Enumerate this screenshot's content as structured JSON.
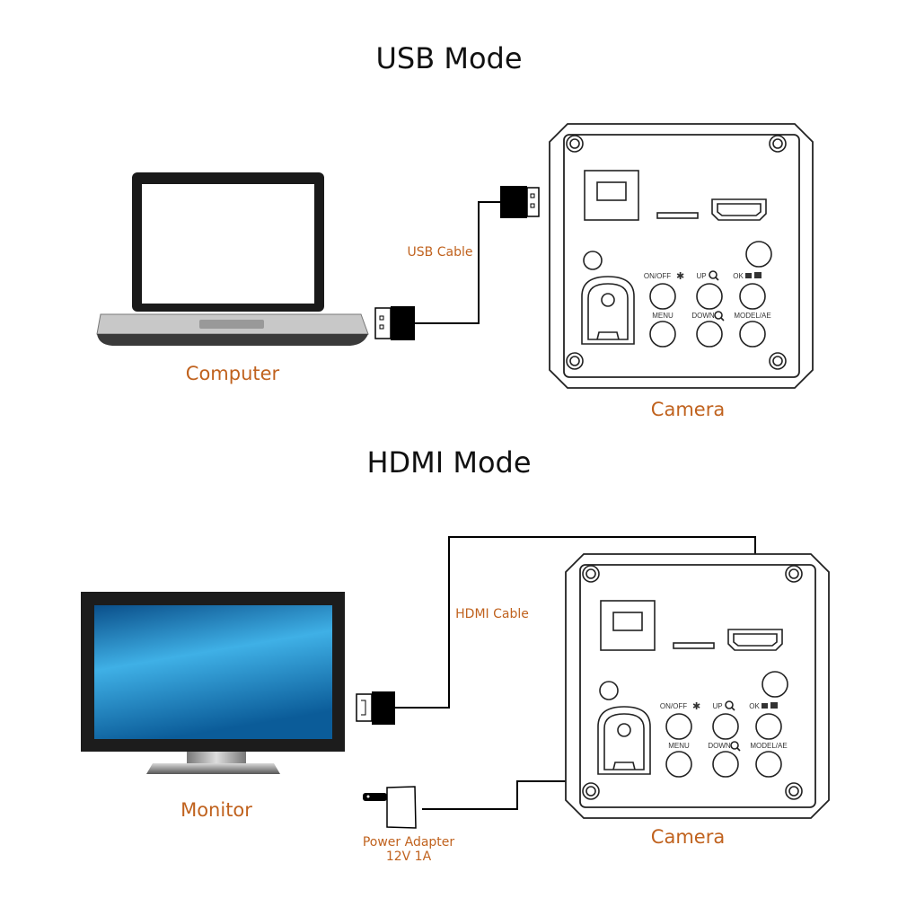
{
  "usb_mode": {
    "title": "USB Mode",
    "computer_label": "Computer",
    "cable_label": "USB Cable",
    "camera_label": "Camera"
  },
  "hdmi_mode": {
    "title": "HDMI Mode",
    "monitor_label": "Monitor",
    "cable_label": "HDMI Cable",
    "camera_label": "Camera",
    "power_adapter_label": "Power Adapter",
    "power_adapter_spec": "12V 1A"
  },
  "camera": {
    "buttons": {
      "on_off": "ON/OFF",
      "up": "UP",
      "ok": "OK",
      "menu": "MENU",
      "down": "DOWN",
      "model_ae": "MODEL/AE"
    }
  },
  "colors": {
    "label": "#c0621e",
    "screen_blue": "#1a8fd0"
  }
}
